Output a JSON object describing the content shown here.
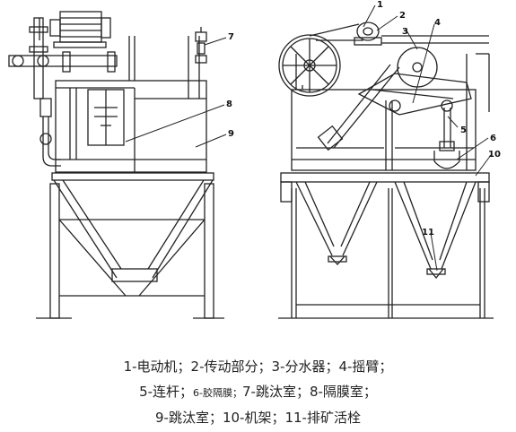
{
  "callouts": {
    "c1": "1",
    "c2": "2",
    "c3": "3",
    "c4": "4",
    "c5": "5",
    "c6": "6",
    "c7": "7",
    "c8": "8",
    "c9": "9",
    "c10": "10",
    "c11": "11"
  },
  "legend": {
    "l1_1": "1-电动机；2-传动部分；3-分水器；4-摇臂；",
    "l2_a": "5-连杆；",
    "l2_b": "6-胶隔膜；",
    "l2_c": "7-跳汰室；8-隔膜室；",
    "l3_1": "9-跳汰室；10-机架；11-排矿活栓"
  }
}
